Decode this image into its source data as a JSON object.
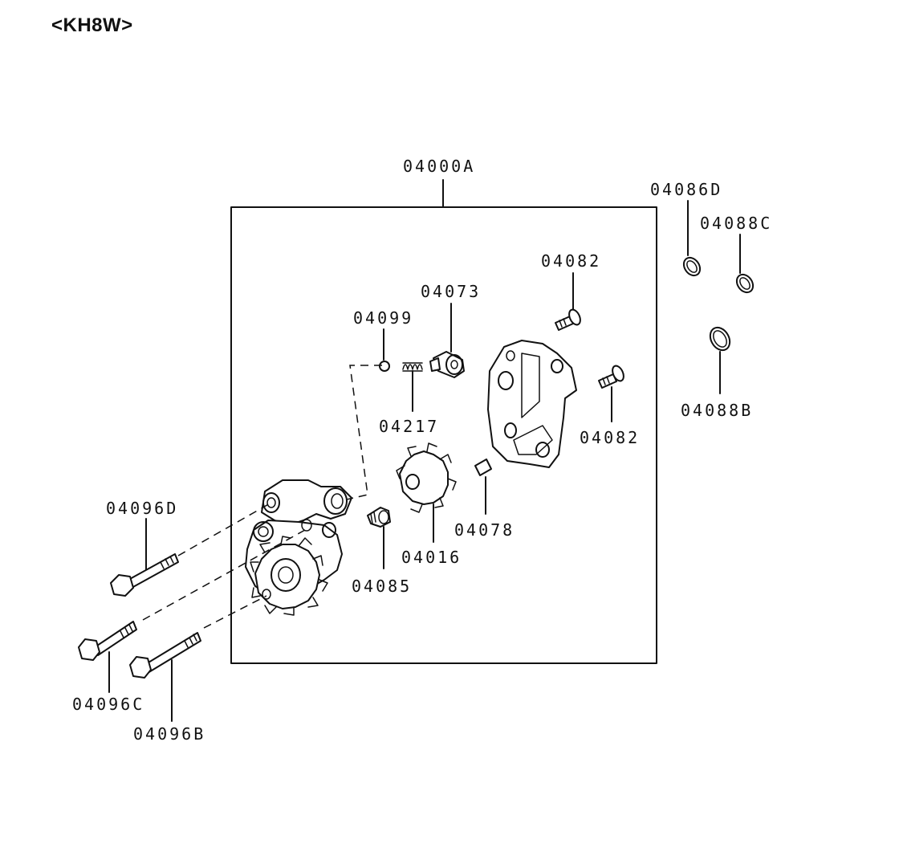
{
  "header": {
    "code": "<KH8W>"
  },
  "labels": {
    "p04000A": "04000A",
    "p04086D": "04086D",
    "p04088C": "04088C",
    "p04088B": "04088B",
    "p04082_top": "04082",
    "p04082_right": "04082",
    "p04073": "04073",
    "p04099": "04099",
    "p04217": "04217",
    "p04078": "04078",
    "p04016": "04016",
    "p04085": "04085",
    "p04096D": "04096D",
    "p04096C": "04096C",
    "p04096B": "04096B"
  },
  "colors": {
    "line": "#111111",
    "background": "#ffffff"
  }
}
